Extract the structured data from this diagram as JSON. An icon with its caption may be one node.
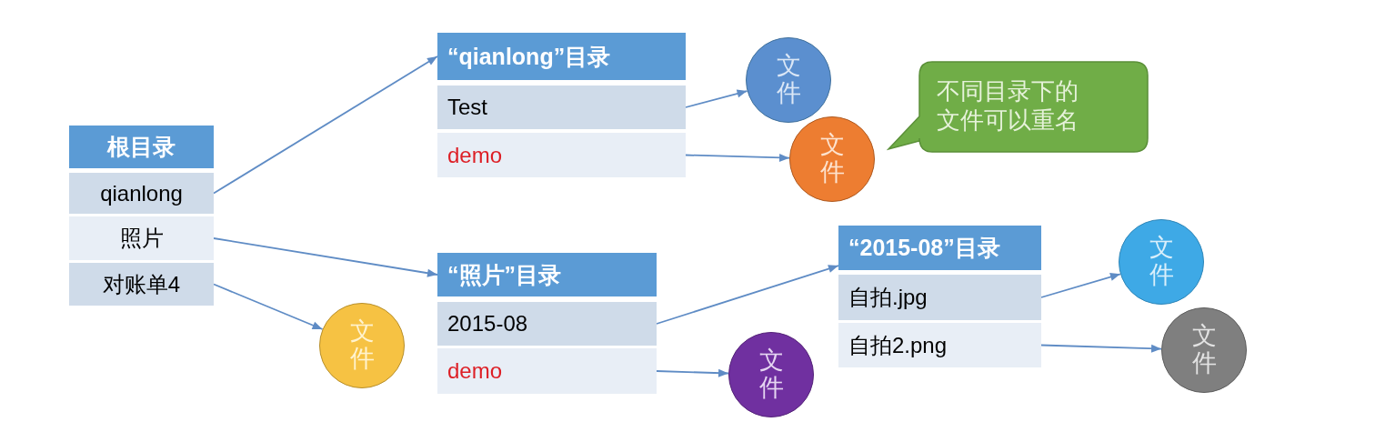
{
  "diagram": {
    "nodes": [
      {
        "text": [
          "根目录"
        ]
      },
      {
        "text": [
          "qianlong"
        ]
      },
      {
        "text": [
          "照片"
        ]
      },
      {
        "text": [
          "对账单4"
        ]
      },
      {
        "text": [
          "“qianlong”目录"
        ]
      },
      {
        "text": [
          "Test"
        ]
      },
      {
        "text": [
          "demo"
        ]
      },
      {
        "text": [
          "“照片”目录"
        ]
      },
      {
        "text": [
          "2015-08"
        ]
      },
      {
        "text": [
          "demo"
        ]
      },
      {
        "text": [
          "“2015-08”目录"
        ]
      },
      {
        "text": [
          "自拍.jpg"
        ]
      },
      {
        "text": [
          "自拍2.png"
        ]
      },
      {
        "text": [
          "文件"
        ]
      },
      {
        "text": [
          "文件"
        ]
      },
      {
        "text": [
          "不同目录下的文件可以重名"
        ]
      },
      {
        "text": [
          "文件"
        ]
      },
      {
        "text": [
          "文件"
        ]
      },
      {
        "text": [
          "文件"
        ]
      },
      {
        "text": [
          "文件"
        ]
      }
    ],
    "edges": [
      {
        "from": 1,
        "to": 4,
        "arrow": "to"
      },
      {
        "from": 2,
        "to": 7,
        "arrow": "to"
      },
      {
        "from": 3,
        "to": 16,
        "arrow": "to"
      },
      {
        "from": 5,
        "to": 13,
        "arrow": "to"
      },
      {
        "from": 6,
        "to": 14,
        "arrow": "to"
      },
      {
        "from": 8,
        "to": 10,
        "arrow": "to"
      },
      {
        "from": 9,
        "to": 17,
        "arrow": "to"
      },
      {
        "from": 11,
        "to": 18,
        "arrow": "to"
      },
      {
        "from": 12,
        "to": 19,
        "arrow": "to"
      }
    ]
  }
}
